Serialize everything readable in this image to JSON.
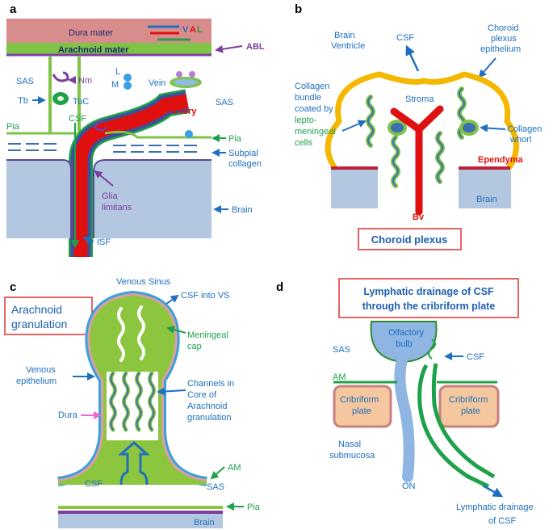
{
  "panels": {
    "a": {
      "letter": "a",
      "dura": "Dura mater",
      "val_v": "V",
      "val_a": "A",
      "val_l": "L",
      "arachnoid": "Arachnoid mater",
      "abl": "ABL",
      "sas_left": "SAS",
      "nm": "Nm",
      "l": "L",
      "m": "M",
      "vein": "Vein",
      "tb": "Tb",
      "tuc": "TuC",
      "artery": "Artery",
      "sas_right": "SAS",
      "pia_left": "Pia",
      "csf": "CSF",
      "pia_right": "Pia",
      "subpial1": "Subpial",
      "subpial2": "collagen",
      "glia1": "Glia",
      "glia2": "limitans",
      "brain": "Brain",
      "isf": "ISF"
    },
    "b": {
      "letter": "b",
      "brain_ventricle1": "Brain",
      "brain_ventricle2": "Ventricle",
      "csf": "CSF",
      "cpe1": "Choroid",
      "cpe2": "plexus",
      "cpe3": "epithelium",
      "stroma": "Stroma",
      "collagen_bundle": [
        "Collagen",
        "bundle",
        "coated by"
      ],
      "lepto": [
        "lepto-",
        "meningeal",
        "cells"
      ],
      "whorl1": "Collagen",
      "whorl2": "whorl",
      "ependyma": "Ependyma",
      "brain": "Brain",
      "bv": "Bv",
      "title": "Choroid plexus"
    },
    "c": {
      "letter": "c",
      "title1": "Arachnoid",
      "title2": "granulation",
      "venous_sinus": "Venous Sinus",
      "csf_into_vs": "CSF into VS",
      "meningeal1": "Meningeal",
      "meningeal2": "cap",
      "venous_epi1": "Venous",
      "venous_epi2": "epithelium",
      "channels": [
        "Channels in",
        "Core of",
        "Arachnoid",
        "granulation"
      ],
      "dura": "Dura",
      "csf": "CSF",
      "am": "AM",
      "sas": "SAS",
      "pia": "Pia",
      "brain": "Brain"
    },
    "d": {
      "letter": "d",
      "title1": "Lymphatic drainage of CSF",
      "title2": "through the cribriform plate",
      "olfactory1": "Olfactory",
      "olfactory2": "bulb",
      "sas": "SAS",
      "csf": "CSF",
      "am": "AM",
      "cribriform_left1": "Cribriform",
      "cribriform_left2": "plate",
      "cribriform_right1": "Cribriform",
      "cribriform_right2": "plate",
      "nasal1": "Nasal",
      "nasal2": "submucosa",
      "on": "ON",
      "lymph1": "Lymphatic drainage",
      "lymph2": "of CSF"
    }
  },
  "colors": {
    "blue_text": "#1f6fbf",
    "green_text": "#1ea14a",
    "purple_text": "#7b3fa0",
    "red": "#e01010",
    "dura_fill": "#d98c8c",
    "arachnoid_fill": "#7fc347",
    "brain_fill": "#b3c7e0",
    "plate_fill": "#f4c79e",
    "choroid_outline": "#f5b800",
    "sinus_blue": "#3aa0e0",
    "granulation_green": "#8cc63f"
  }
}
